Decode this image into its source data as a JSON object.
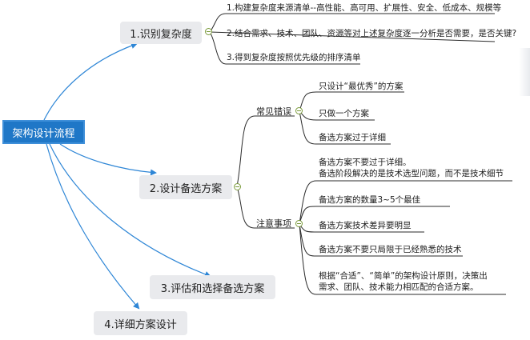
{
  "root": "架构设计流程",
  "steps": [
    {
      "label": "1.识别复杂度",
      "items": [
        "1.构建复杂度来源清单--高性能、高可用、扩展性、安全、低成本、规模等",
        "2.结合需求、技术、团队、资源等对上述复杂度逐一分析是否需要，是否关键?",
        "3.得到复杂度按照优先级的排序清单"
      ]
    },
    {
      "label": "2.设计备选方案",
      "groups": [
        {
          "label": "常见错误",
          "items": [
            "只设计“最优秀”的方案",
            "只做一个方案",
            "备选方案过于详细"
          ]
        },
        {
          "label": "注意事项",
          "items": [
            "备选方案不要过于详细。\n备选阶段解决的是技术选型问题，而不是技术细节",
            "备选方案的数量3~5个最佳",
            "备选方案技术差异要明显",
            "备选方案不要只局限于已经熟悉的技术",
            "根据“合适”、“简单”的架构设计原则，决策出\n需求、团队、技术能力相匹配的合适方案。"
          ]
        }
      ]
    },
    {
      "label": "3.评估和选择备选方案"
    },
    {
      "label": "4.详细方案设计"
    }
  ],
  "colors": {
    "arrow": "#2e86d6",
    "line": "#2b2b2b",
    "collapse": "#7a9a3a",
    "root_bg": "#1f77c7",
    "topic_bg": "#e9eaed"
  }
}
